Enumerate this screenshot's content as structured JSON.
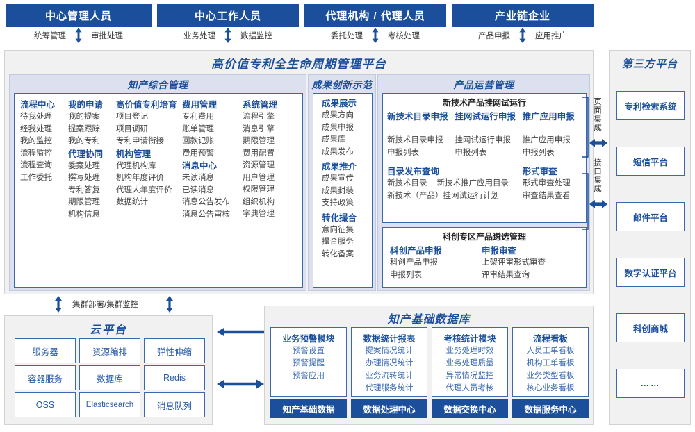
{
  "roles": [
    {
      "title": "中心管理人员",
      "left_action": "统筹管理",
      "right_action": "审批处理"
    },
    {
      "title": "中心工作人员",
      "left_action": "业务处理",
      "right_action": "数据监控"
    },
    {
      "title": "代理机构 / 代理人员",
      "left_action": "委托处理",
      "right_action": "考核处理"
    },
    {
      "title": "产业链企业",
      "left_action": "产品申报",
      "right_action": "应用推广"
    }
  ],
  "platform": {
    "title": "高价值专利全生命周期管理平台",
    "sections": {
      "ip_mgmt": {
        "title": "知产综合管理",
        "columns": [
          {
            "groups": [
              {
                "header": "流程中心",
                "items": [
                  "待我处理",
                  "经我处理",
                  "我的监控",
                  "流程监控",
                  "流程查询",
                  "工作委托"
                ]
              }
            ]
          },
          {
            "groups": [
              {
                "header": "我的申请",
                "items": [
                  "我的提案",
                  "提案跟踪",
                  "我的专利"
                ]
              },
              {
                "header": "代理协同",
                "items": [
                  "委案处理",
                  "撰写处理",
                  "专利答复",
                  "期限管理",
                  "机构信息"
                ]
              }
            ]
          },
          {
            "groups": [
              {
                "header": "高价值专利培育",
                "items": [
                  "项目登记",
                  "项目调研",
                  "专利申请衔接"
                ]
              },
              {
                "header": "机构管理",
                "items": [
                  "代理机构库",
                  "机构年度评价",
                  "代理人年度评价",
                  "数据统计"
                ]
              }
            ]
          },
          {
            "groups": [
              {
                "header": "费用管理",
                "items": [
                  "专利费用",
                  "账单管理",
                  "回款记账",
                  "费用预警"
                ]
              },
              {
                "header": "消息中心",
                "items": [
                  "未读消息",
                  "已读消息",
                  "消息公告发布",
                  "消息公告审核"
                ]
              }
            ]
          },
          {
            "groups": [
              {
                "header": "系统管理",
                "items": [
                  "流程引擎",
                  "消息引擎",
                  "期限管理",
                  "费用配置",
                  "资源管理",
                  "用户管理",
                  "权限管理",
                  "组织机构",
                  "字典管理"
                ]
              }
            ]
          }
        ]
      },
      "achievement": {
        "title": "成果创新示范",
        "groups": [
          {
            "header": "成果展示",
            "items": [
              "成果方向",
              "成果申报",
              "成果库",
              "成果发布"
            ]
          },
          {
            "header": "成果推介",
            "items": [
              "成果宣传",
              "成果封装",
              "支持政策"
            ]
          },
          {
            "header": "转化撮合",
            "items": [
              "意向征集",
              "撮合服务",
              "转化备案"
            ]
          }
        ]
      },
      "product_ops": {
        "title": "产品运营管理",
        "cards": [
          {
            "title": "新技术产品挂网试运行",
            "row1": [
              {
                "header": "新技术目录申报",
                "items": [
                  "新技术目录申报",
                  "申报列表"
                ]
              },
              {
                "header": "挂网试运行申报",
                "items": [
                  "挂网试运行申报",
                  "申报列表"
                ]
              },
              {
                "header": "推广应用申报",
                "items": [
                  "推广应用申报",
                  "申报列表"
                ]
              }
            ],
            "row2_left": {
              "header": "目录发布查询",
              "items": [
                "新技术目录",
                "新技术推广应用目录",
                "新技术（产品）挂网试运行计划"
              ]
            },
            "row2_right": {
              "header": "形式审查",
              "items": [
                "形式审查处理",
                "审查结果查看"
              ]
            }
          },
          {
            "title": "科创专区产品遴选管理",
            "row1": [
              {
                "header": "科创产品申报",
                "items": [
                  "科创产品申报",
                  "申报列表"
                ]
              },
              {
                "header": "申报审查",
                "items": [
                  "上架评审形式审查",
                  "评审结果查询"
                ]
              }
            ]
          }
        ]
      }
    }
  },
  "integration": {
    "page_label": "页面集成",
    "api_label": "接口集成"
  },
  "third_party": {
    "title": "第三方平台",
    "items": [
      "专利检索系统",
      "短信平台",
      "邮件平台",
      "数字认证平台",
      "科创商城",
      "……"
    ]
  },
  "cloud": {
    "connector_label": "集群部署/集群监控",
    "title": "云平台",
    "cells": [
      "服务器",
      "资源编排",
      "弹性伸缩",
      "容器服务",
      "数据库",
      "Redis",
      "OSS",
      "Elasticsearch",
      "消息队列"
    ]
  },
  "database": {
    "title": "知产基础数据库",
    "columns": [
      {
        "header": "业务预警模块",
        "items": [
          "预警设置",
          "预警提醒",
          "预警应用"
        ],
        "footer": "知产基础数据"
      },
      {
        "header": "数据统计报表",
        "items": [
          "提案情况统计",
          "办理情况统计",
          "业务流转统计",
          "代理服务统计"
        ],
        "footer": "数据处理中心"
      },
      {
        "header": "考核统计模块",
        "items": [
          "业务处理时效",
          "业务处理质量",
          "异常情况监控",
          "代理人员考核"
        ],
        "footer": "数据交换中心"
      },
      {
        "header": "流程看板",
        "items": [
          "人员工单看板",
          "机构工单看板",
          "业务类型看板",
          "核心业务看板"
        ],
        "footer": "数据服务中心"
      }
    ]
  },
  "colors": {
    "brand_blue": "#1b4f9c",
    "band": "#dde1ef",
    "panel": "#f1f1f1",
    "card_border": "#3c69ae"
  }
}
